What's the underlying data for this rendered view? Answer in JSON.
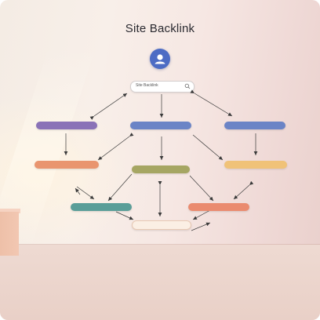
{
  "title": "Site Backlink",
  "search": {
    "text": "Site Backlink"
  },
  "colors": {
    "purple": "#8a72b7",
    "blue": "#6b84c6",
    "orange": "#e9956f",
    "olive": "#a6a663",
    "yellow": "#f0c278",
    "teal": "#5a9e98",
    "coral": "#ea8b6f",
    "peach": "#fbefe4",
    "avatar": "#4d6cc4"
  },
  "nodes": [
    {
      "id": "n1",
      "color": "purple",
      "label": "",
      "caption": ""
    },
    {
      "id": "n2",
      "color": "blue",
      "label": "",
      "caption": ""
    },
    {
      "id": "n3",
      "color": "blue",
      "label": "",
      "caption": ""
    },
    {
      "id": "n4",
      "color": "orange",
      "label": "",
      "caption": ""
    },
    {
      "id": "n5",
      "color": "olive",
      "label": "",
      "caption": ""
    },
    {
      "id": "n6",
      "color": "yellow",
      "label": "",
      "caption": ""
    },
    {
      "id": "n7",
      "color": "teal",
      "label": "",
      "caption": ""
    },
    {
      "id": "n8",
      "color": "coral",
      "label": "",
      "caption": ""
    },
    {
      "id": "n9",
      "color": "peach",
      "label": "",
      "caption": ""
    }
  ],
  "description": [
    "",
    "",
    "",
    ""
  ],
  "credit": ""
}
